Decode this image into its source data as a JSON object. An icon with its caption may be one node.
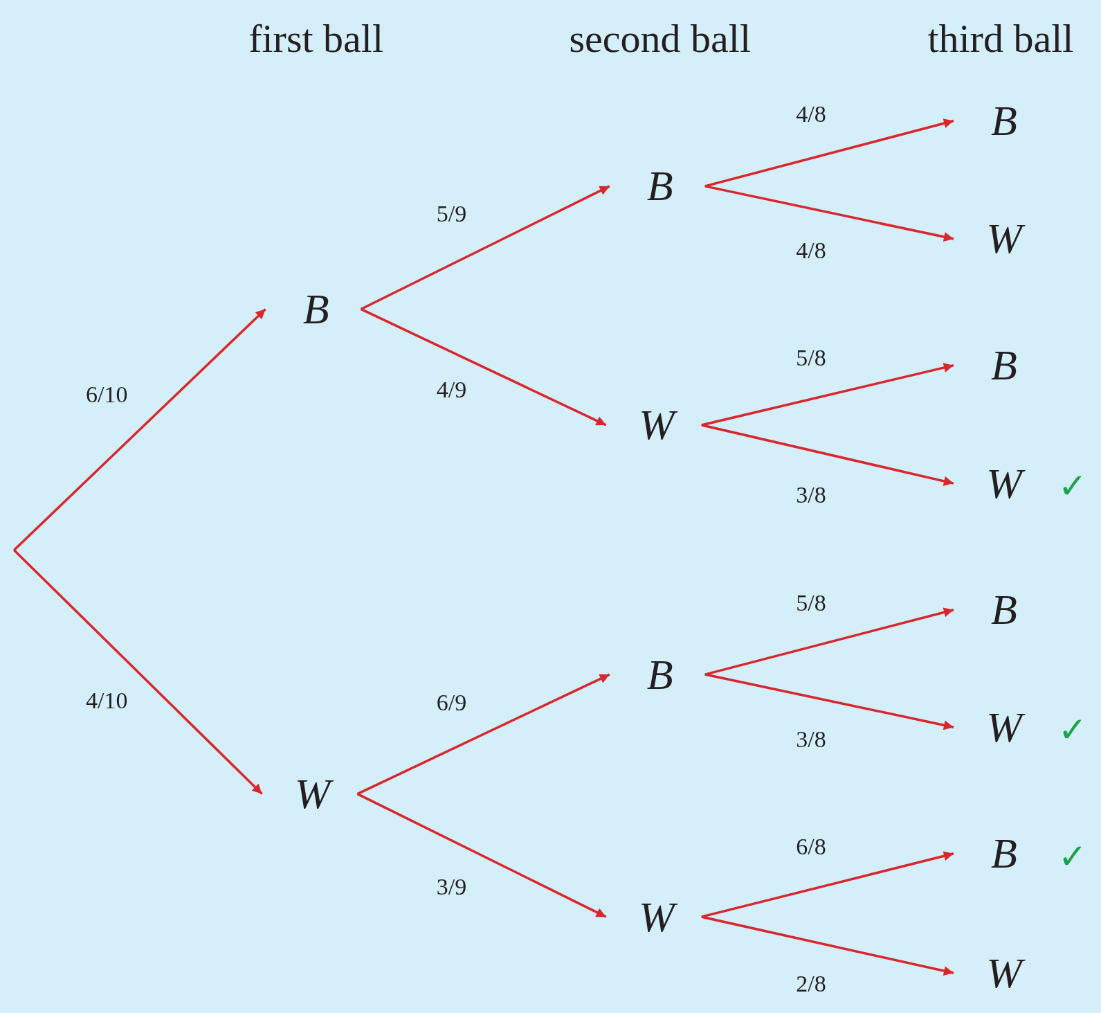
{
  "diagram": {
    "nodes": [
      {
        "text": [
          "B"
        ]
      },
      {
        "text": [
          "W"
        ]
      },
      {
        "text": [
          "B"
        ]
      },
      {
        "text": [
          "W"
        ]
      },
      {
        "text": [
          "B"
        ]
      },
      {
        "text": [
          "W"
        ]
      },
      {
        "text": [
          "B"
        ]
      },
      {
        "text": [
          "W"
        ]
      },
      {
        "text": [
          "B"
        ]
      },
      {
        "text": [
          "W"
        ],
        "beside": [
          "✓"
        ]
      },
      {
        "text": [
          "B"
        ]
      },
      {
        "text": [
          "W"
        ],
        "beside": [
          "✓"
        ]
      },
      {
        "text": [
          "B"
        ],
        "beside": [
          "✓"
        ]
      },
      {
        "text": [
          "W"
        ]
      }
    ],
    "edges": [
      {
        "from": null,
        "to": 0,
        "arrow": "to",
        "label": "6/10"
      },
      {
        "from": null,
        "to": 1,
        "arrow": "to",
        "label": "4/10"
      },
      {
        "from": 0,
        "to": 2,
        "arrow": "to",
        "label": "5/9"
      },
      {
        "from": 0,
        "to": 3,
        "arrow": "to",
        "label": "4/9"
      },
      {
        "from": 1,
        "to": 4,
        "arrow": "to",
        "label": "6/9"
      },
      {
        "from": 1,
        "to": 5,
        "arrow": "to",
        "label": "3/9"
      },
      {
        "from": 2,
        "to": 6,
        "arrow": "to",
        "label": "4/8"
      },
      {
        "from": 2,
        "to": 7,
        "arrow": "to",
        "label": "4/8"
      },
      {
        "from": 3,
        "to": 8,
        "arrow": "to",
        "label": "5/8"
      },
      {
        "from": 3,
        "to": 9,
        "arrow": "to",
        "label": "3/8"
      },
      {
        "from": 4,
        "to": 10,
        "arrow": "to",
        "label": "5/8"
      },
      {
        "from": 4,
        "to": 11,
        "arrow": "to",
        "label": "3/8"
      },
      {
        "from": 5,
        "to": 12,
        "arrow": "to",
        "label": "6/8"
      },
      {
        "from": 5,
        "to": 13,
        "arrow": "to",
        "label": "2/8"
      }
    ],
    "labels": [
      "first ball",
      "second ball",
      "third ball"
    ]
  }
}
